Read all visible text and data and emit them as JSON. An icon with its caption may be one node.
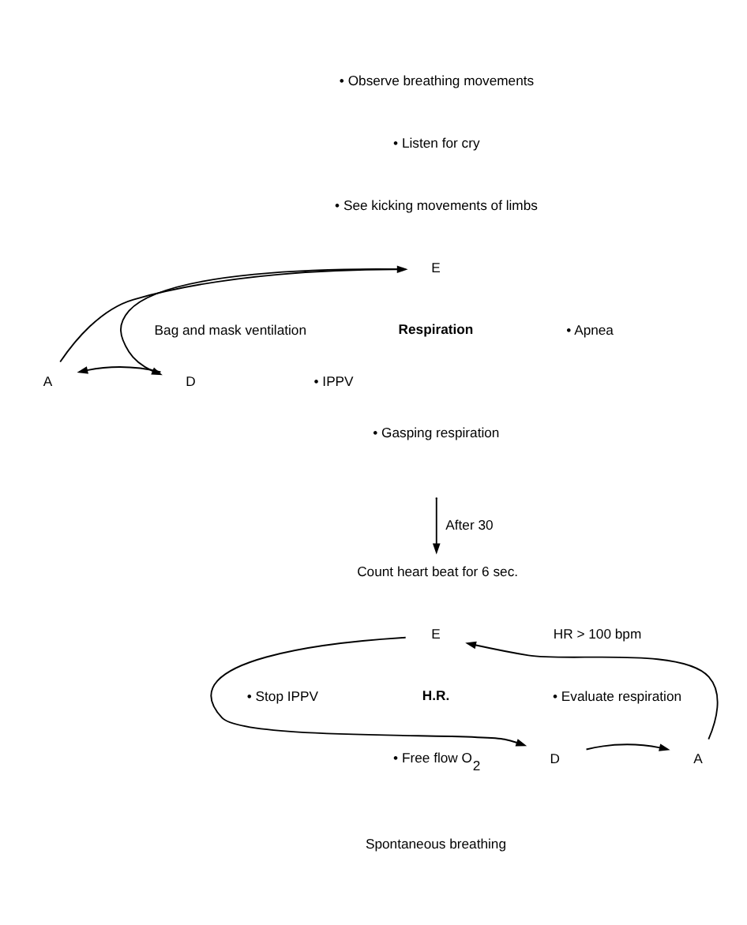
{
  "diagram": {
    "nodes": [
      {
        "text": [
          "E"
        ]
      },
      {
        "text": [
          "D"
        ]
      },
      {
        "text": [
          "A"
        ]
      },
      {
        "text": [
          "Count heart beat for 6 sec."
        ]
      },
      {
        "text": [
          "E"
        ]
      },
      {
        "text": [
          "D"
        ]
      },
      {
        "text": [
          "A"
        ]
      }
    ],
    "edges": [
      {
        "from": 0,
        "to": 1,
        "arrow": "to"
      },
      {
        "from": 1,
        "to": 2,
        "arrow": "to"
      },
      {
        "from": 2,
        "to": 0,
        "arrow": "to"
      },
      {
        "from": null,
        "to": 3,
        "arrow": "to",
        "label": "After 30"
      },
      {
        "from": 4,
        "to": 5,
        "arrow": "to"
      },
      {
        "from": 5,
        "to": 6,
        "arrow": "to"
      },
      {
        "from": 6,
        "to": 4,
        "arrow": "to"
      }
    ],
    "labels": [
      "• Observe breathing movements",
      "• Listen for cry",
      "• See kicking movements of limbs",
      "Bag and mask ventilation",
      "• Apnea",
      "• Gasping respiration",
      "Respiration",
      "• IPPV",
      "HR > 100 bpm",
      "• Stop IPPV",
      "• Free flow O$_{2}$",
      "• Evaluate respiration",
      "H.R.",
      "Spontaneous breathing"
    ]
  }
}
